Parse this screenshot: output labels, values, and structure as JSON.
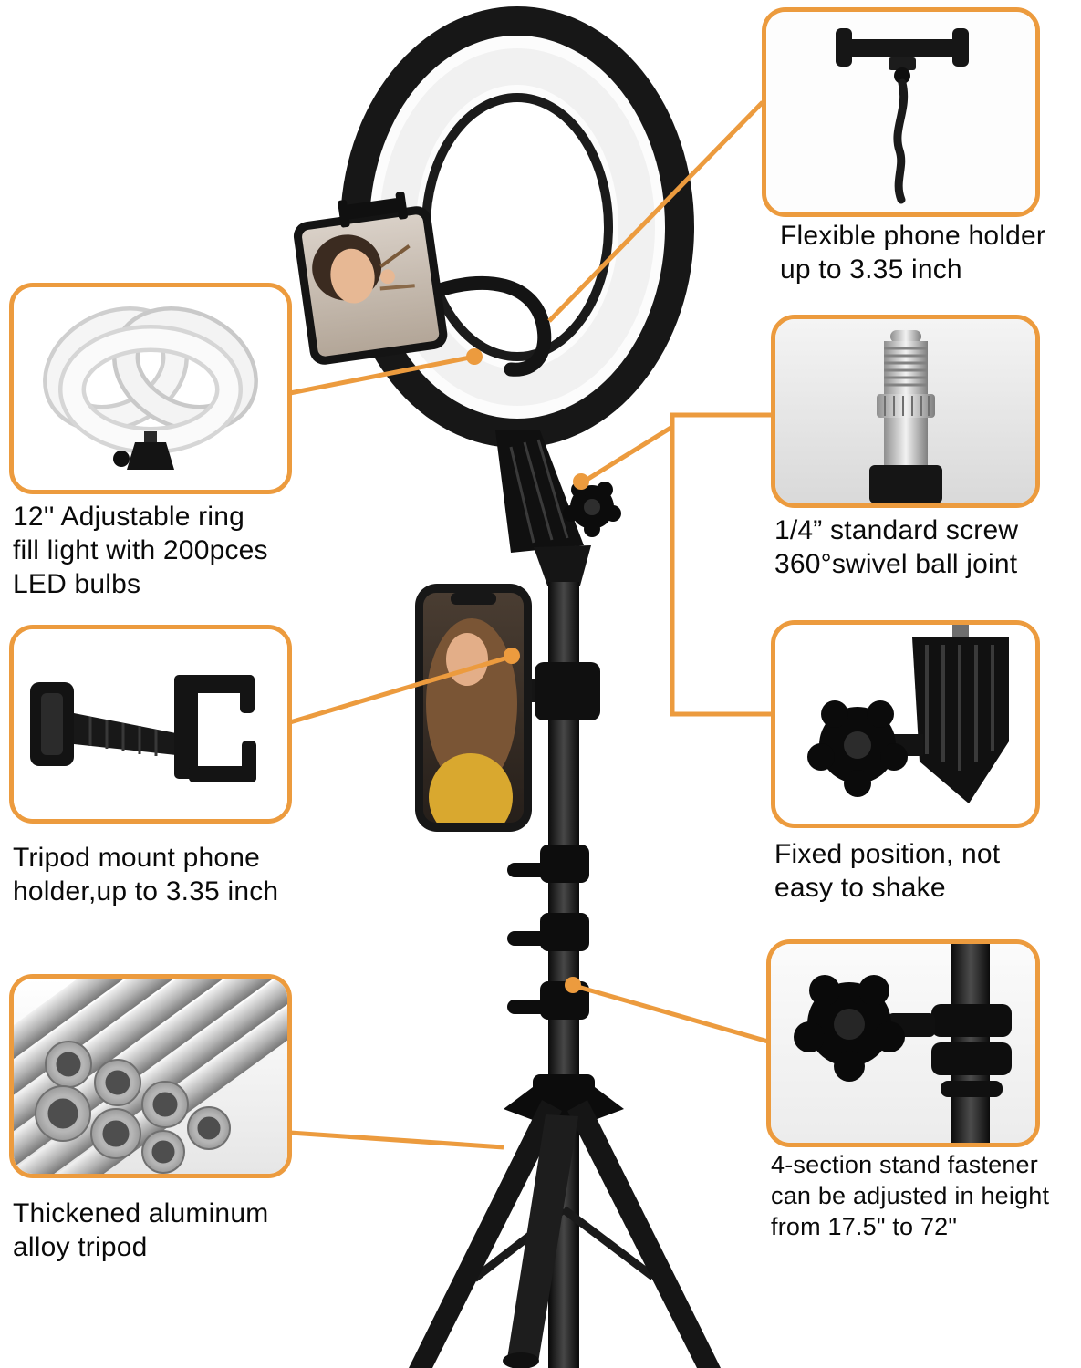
{
  "accent_color": "#EC9B3E",
  "captions": {
    "flexible_holder": "Flexible phone holder\nup to 3.35 inch",
    "ring_light": "12'' Adjustable ring\nfill light with 200pces\nLED bulbs",
    "standard_screw": "1/4”  standard screw\n360°swivel ball joint",
    "tripod_mount": "Tripod mount phone\nholder,up to 3.35 inch",
    "fixed_position": "Fixed position, not\neasy to shake",
    "aluminum_tripod": "Thickened aluminum\nalloy tripod",
    "stand_fastener": "4-section stand fastener\ncan be adjusted in height\nfrom 17.5\" to 72\""
  }
}
